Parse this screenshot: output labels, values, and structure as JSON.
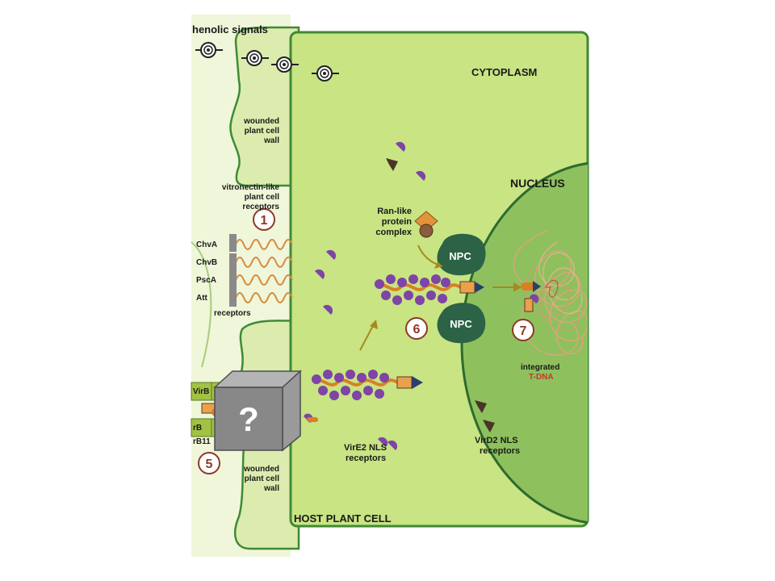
{
  "labels": {
    "phenolic_signals": "henolic signals",
    "cytoplasm": "CYTOPLASM",
    "nucleus": "NUCLEUS",
    "host_plant_cell": "HOST PLANT CELL",
    "wounded_wall_top": [
      "wounded",
      "plant cell",
      "wall"
    ],
    "wounded_wall_bottom": [
      "wounded",
      "plant cell",
      "wall"
    ],
    "vitronectin_receptors": [
      "vitronectin-like",
      "plant cell",
      "receptors"
    ],
    "receptor_names": [
      "ChvA",
      "ChvB",
      "PscA",
      "Att"
    ],
    "receptors": "receptors",
    "ran_like_complex": [
      "Ran-like",
      "protein",
      "complex"
    ],
    "npc": "NPC",
    "integrated_label": "integrated",
    "tdna_label": "T-DNA",
    "vire2_receptors": [
      "VirE2 NLS",
      "receptors"
    ],
    "vird2_receptors": [
      "VirD2 NLS",
      "receptors"
    ],
    "virb_top": "VirB",
    "virb_bottom": "rB",
    "virb11": "rB11",
    "question_mark": "?"
  },
  "steps": [
    "1",
    "5",
    "6",
    "7"
  ],
  "colors": {
    "cytoplasm_fill": "#c8e483",
    "cell_wall_fill": "#dcecae",
    "cell_wall_stroke": "#3f8a36",
    "nucleus_fill": "#8ec15e",
    "receptor_purple": "#7e44a6",
    "dna_orange": "#d97f24",
    "step_circle": "#8c3a26",
    "npc_fill": "#2c6246",
    "tdna_red": "#c0392b"
  }
}
